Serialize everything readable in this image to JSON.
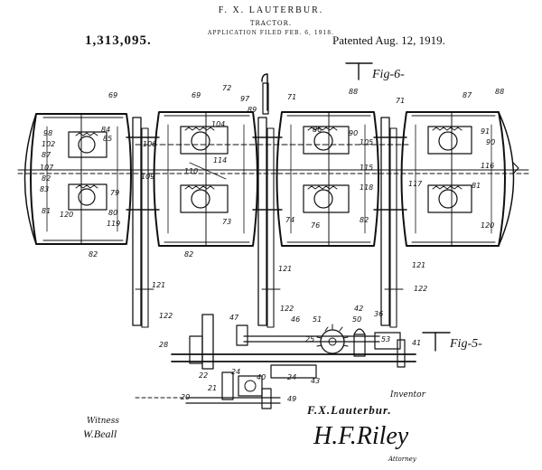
{
  "header": {
    "inventor": "F. X. LAUTERBUR.",
    "title": "TRACTOR.",
    "application": "APPLICATION FILED FEB. 6, 1918.",
    "patent_number": "1,313,095.",
    "patented": "Patented Aug. 12, 1919."
  },
  "figures": {
    "fig6": "Fig-6-",
    "fig5": "Fig-5-"
  },
  "references": {
    "r69a": "69",
    "r69b": "69",
    "r72": "72",
    "r71a": "71",
    "r71b": "71",
    "r88a": "88",
    "r88b": "88",
    "r87": "87",
    "r97": "97",
    "r89": "89",
    "r86": "86",
    "r90a": "90",
    "r90b": "90",
    "r91": "91",
    "r98": "98",
    "r102": "102",
    "r84": "84",
    "r85": "85",
    "r87b": "87",
    "r107": "107",
    "r82": "82",
    "r106": "106",
    "r104": "104",
    "r105": "105",
    "r109": "109",
    "r115": "115",
    "r116": "116",
    "r117": "117",
    "r118": "118",
    "r83": "83",
    "r81a": "81",
    "r81b": "81",
    "r79": "79",
    "r80": "80",
    "r119": "119",
    "r120a": "120",
    "r120b": "120",
    "r74": "74",
    "r76": "76",
    "r73": "73",
    "r82c": "82",
    "r82d": "82",
    "r82e": "82",
    "r121a": "121",
    "r121b": "121",
    "r121c": "121",
    "r122a": "122",
    "r122b": "122",
    "r122c": "122",
    "r47": "47",
    "r46": "46",
    "r51": "51",
    "r42": "42",
    "r50": "50",
    "r36": "36",
    "r53": "53",
    "r41": "41",
    "r28": "28",
    "r25": "25",
    "r43": "43",
    "r24a": "24",
    "r24b": "24",
    "r22": "22",
    "r21": "21",
    "r40": "40",
    "r20": "20",
    "r49": "49",
    "r114": "114",
    "r110": "110"
  },
  "footer": {
    "witness_label": "Witness",
    "witness_signature": "W.Beall",
    "inventor_label": "Inventor",
    "inventor_name": "F.X.Lauterbur.",
    "attorney_signature": "H.F.Riley",
    "attorney_label": "Attorney"
  }
}
